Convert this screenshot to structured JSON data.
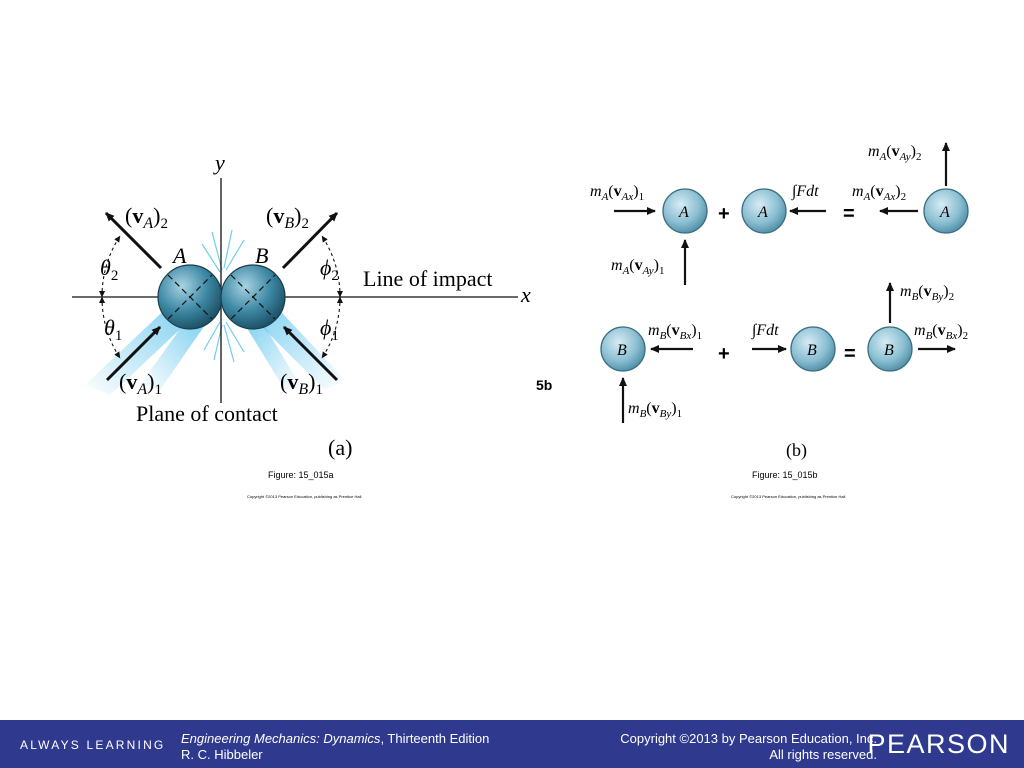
{
  "figure_a": {
    "y_axis": "y",
    "x_axis": "x",
    "line_of_impact": "Line of impact",
    "plane_of_contact": "Plane of contact",
    "ball_a": "A",
    "ball_b": "B",
    "theta1": "1",
    "theta2": "2",
    "phi1": "1",
    "phi2": "2",
    "v_a2_sub": "2",
    "v_b2_sub": "2",
    "v_a1_sub": "1",
    "v_b1_sub": "1",
    "caption": "(a)",
    "figure_id": "Figure: 15_015a",
    "copyright": "Copyright ©2013 Pearson Education, publishing as Prentice Hall"
  },
  "overlap_fragment": "5b",
  "figure_b": {
    "ball_a": "A",
    "ball_b": "B",
    "impulse": "∫Fdt",
    "plus": "+",
    "equals": "=",
    "caption": "(b)",
    "figure_id": "Figure: 15_015b",
    "copyright": "Copyright ©2013 Pearson Education, publishing as Prentice Hall"
  },
  "footer": {
    "always_learning": "ALWAYS LEARNING",
    "book_title": "Engineering Mechanics: Dynamics",
    "edition": ", Thirteenth Edition",
    "author": "R. C. Hibbeler",
    "copyright_line1": "Copyright ©2013 by Pearson Education, Inc.",
    "copyright_line2": "All rights reserved.",
    "publisher_logo": "PEARSON"
  },
  "colors": {
    "footer_bg": "#2f3a8f",
    "ball_dark": "#1f5d73",
    "ball_light": "#8fc3d6",
    "spray": "#7fd4f2"
  }
}
